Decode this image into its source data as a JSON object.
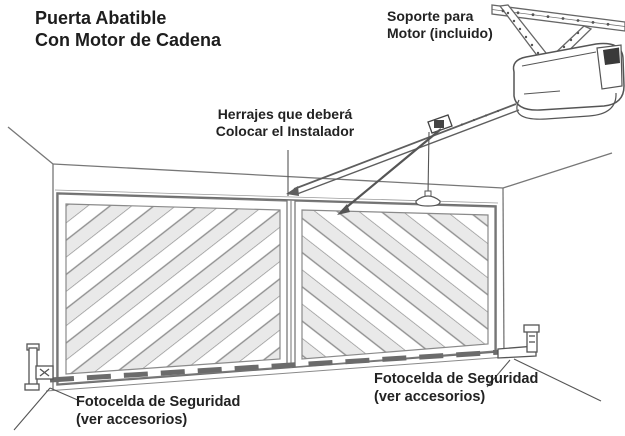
{
  "title": {
    "line1": "Puerta Abatible",
    "line2": "Con Motor de Cadena"
  },
  "labels": {
    "motor_support": {
      "line1": "Soporte para",
      "line2": "Motor (incluido)"
    },
    "installer_hardware": {
      "line1": "Herrajes que deberá",
      "line2": "Colocar el Instalador"
    },
    "photocell_left": {
      "line1": "Fotocelda de Seguridad",
      "line2": "(ver accesorios)"
    },
    "photocell_right": {
      "line1": "Fotocelda de Seguridad",
      "line2": "(ver accesorios)"
    }
  },
  "colors": {
    "background": "#ffffff",
    "line_gray": "#666666",
    "line_dark": "#3a3a3a",
    "text": "#1d1d1d",
    "panel_fill": "#e9e9e9",
    "slat_white": "#ffffff"
  },
  "icons": [
    "ceiling-mount-bracket-icon",
    "opener-motor-head-icon",
    "opener-rail-icon",
    "trolley-icon",
    "door-arm-icon",
    "emergency-release-cord-icon",
    "swing-gate-left-leaf-icon",
    "swing-gate-right-leaf-icon",
    "photocell-left-icon",
    "photocell-right-icon",
    "photocell-beam-icon"
  ]
}
